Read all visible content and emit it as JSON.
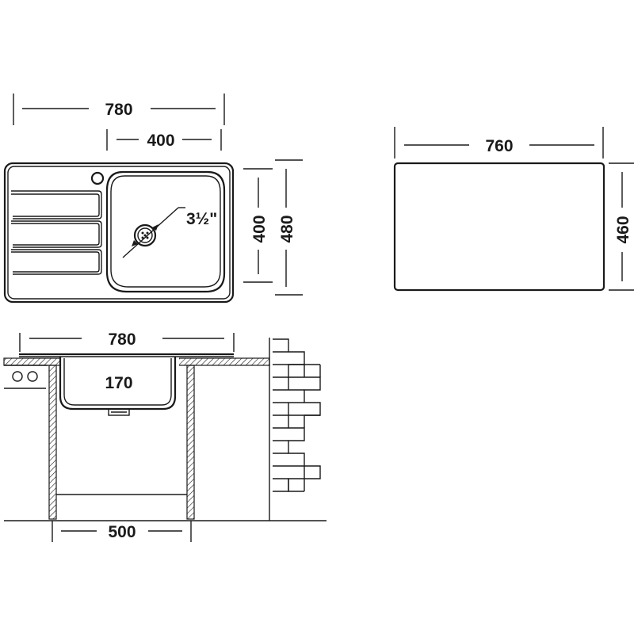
{
  "top_view": {
    "overall_width": "780",
    "bowl_width": "400",
    "bowl_depth": "400",
    "overall_depth": "480",
    "drain_size": "3½\""
  },
  "cutout": {
    "width": "760",
    "depth": "460"
  },
  "section_view": {
    "overall_width": "780",
    "bowl_height": "170",
    "cabinet_width": "500"
  }
}
